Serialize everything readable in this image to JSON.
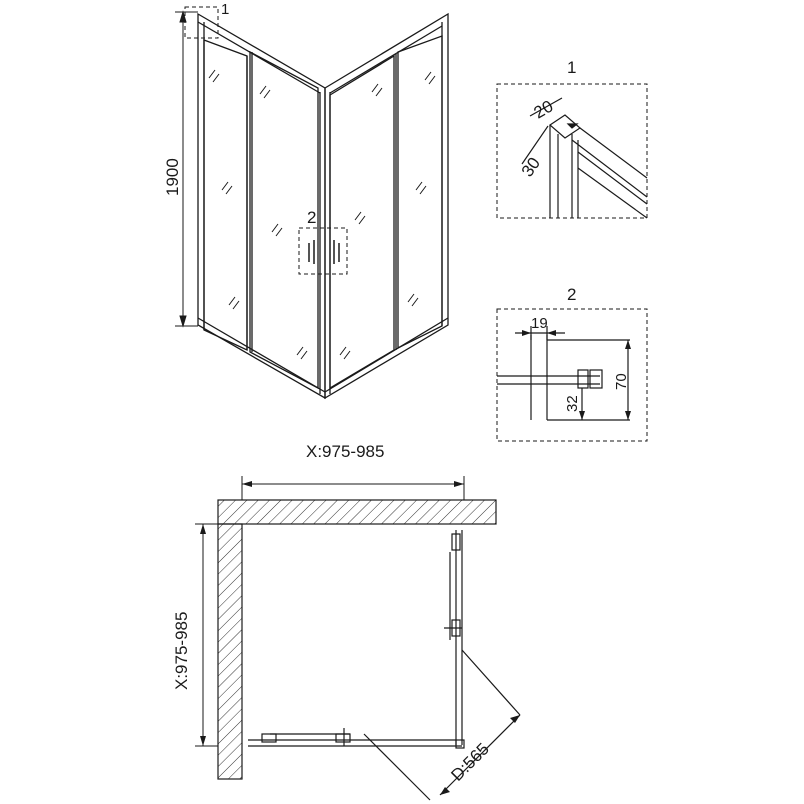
{
  "front_view": {
    "height_dim": "1900",
    "callout_1": "1",
    "callout_2": "2"
  },
  "detail_1": {
    "title": "1",
    "dim_a": "20",
    "dim_b": "30"
  },
  "detail_2": {
    "title": "2",
    "dim_width": "19",
    "dim_height": "70",
    "dim_low": "32"
  },
  "plan_view": {
    "x_top": "X:975-985",
    "x_left": "X:975-985",
    "diagonal": "D:565"
  }
}
